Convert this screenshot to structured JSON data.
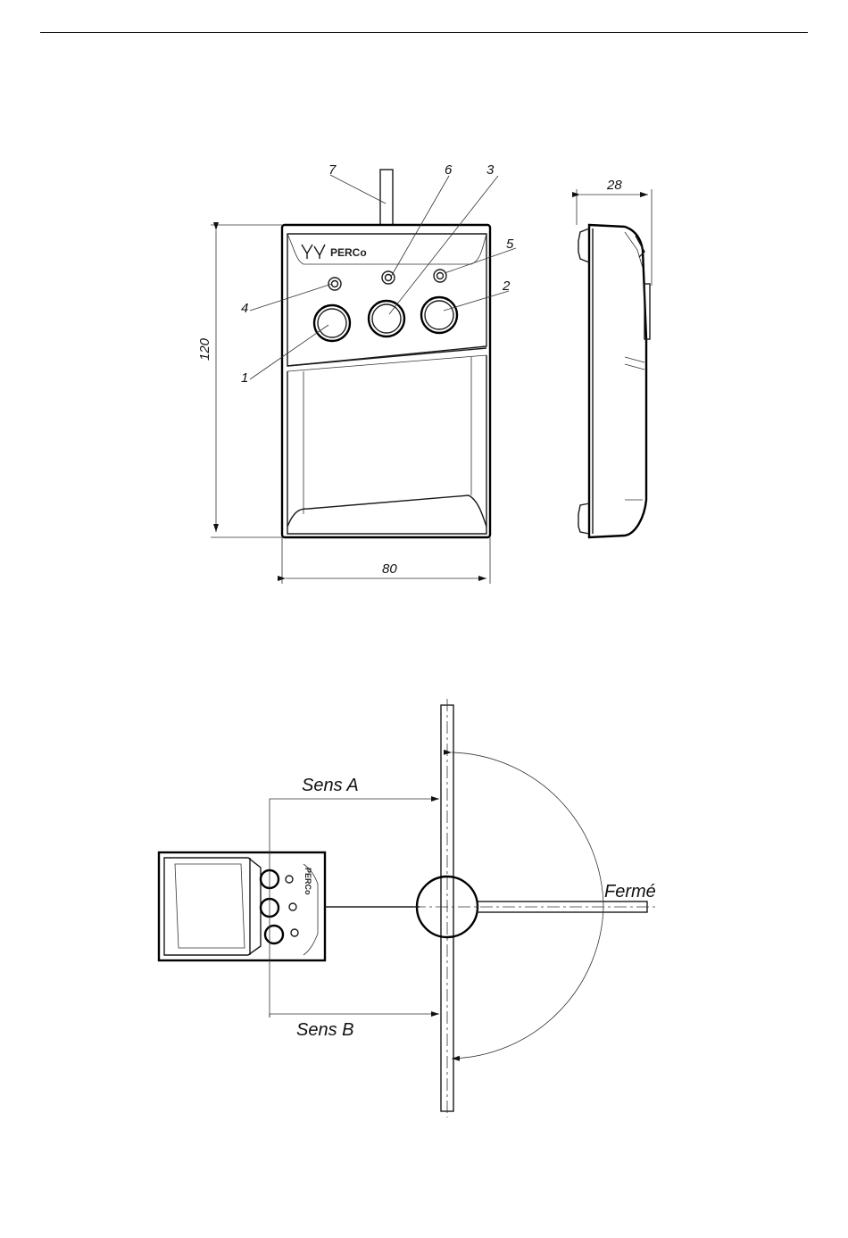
{
  "drawing1": {
    "brand": "PERCo",
    "callouts": [
      "1",
      "2",
      "3",
      "4",
      "5",
      "6",
      "7"
    ],
    "dim_height": "120",
    "dim_width": "80",
    "dim_depth": "28"
  },
  "drawing2": {
    "brand": "PERCo",
    "sens_a": "Sens A",
    "sens_b": "Sens B",
    "ferme": "Fermé"
  }
}
